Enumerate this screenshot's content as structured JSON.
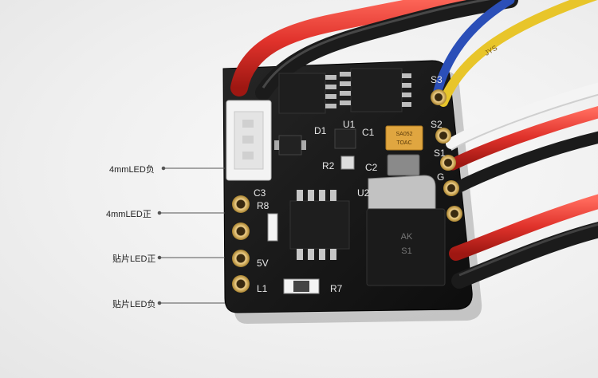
{
  "callouts": [
    {
      "id": "c1",
      "label": "4mmLED负"
    },
    {
      "id": "c2",
      "label": "4mmLED正"
    },
    {
      "id": "c3",
      "label": "贴片LED正"
    },
    {
      "id": "c4",
      "label": "贴片LED负"
    }
  ],
  "silkscreen": {
    "chip_label_1": "TOAC",
    "chip_label_2": "SA052",
    "u2": "U2",
    "r8": "R8",
    "c3": "C3",
    "r7": "R7",
    "l1": "L1",
    "d1": "D1",
    "u1": "U1",
    "c1": "C1",
    "r2": "R2",
    "c2": "C2",
    "v5": "5V",
    "s1": "S1",
    "s2": "S2",
    "s3": "S3",
    "g": "G",
    "mosfet_a": "AK",
    "mosfet_b": "S1",
    "wire_print": "JYS"
  },
  "colors": {
    "board": "#141414",
    "red_wire": "#e0322b",
    "black_wire": "#1a1a1a",
    "blue_wire": "#2b4fb8",
    "yellow_wire": "#e8c52a",
    "white_wire": "#f4f4f4",
    "gold_pad": "#c9a04a",
    "tantalum": "#e0a640"
  }
}
